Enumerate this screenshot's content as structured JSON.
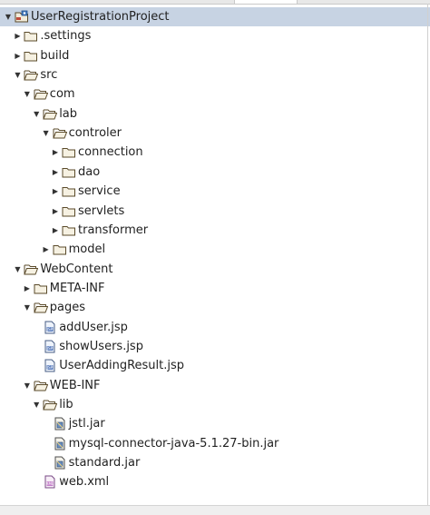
{
  "tree": [
    {
      "label": "UserRegistrationProject",
      "depth": 0,
      "twisty": "open",
      "icon": "project-icon",
      "selected": true
    },
    {
      "label": ".settings",
      "depth": 1,
      "twisty": "closed",
      "icon": "folder-icon"
    },
    {
      "label": "build",
      "depth": 1,
      "twisty": "closed",
      "icon": "folder-icon"
    },
    {
      "label": "src",
      "depth": 1,
      "twisty": "open",
      "icon": "folder-open-icon"
    },
    {
      "label": "com",
      "depth": 2,
      "twisty": "open",
      "icon": "folder-open-icon"
    },
    {
      "label": "lab",
      "depth": 3,
      "twisty": "open",
      "icon": "folder-open-icon"
    },
    {
      "label": "controler",
      "depth": 4,
      "twisty": "open",
      "icon": "folder-open-icon"
    },
    {
      "label": "connection",
      "depth": 5,
      "twisty": "closed",
      "icon": "folder-icon"
    },
    {
      "label": "dao",
      "depth": 5,
      "twisty": "closed",
      "icon": "folder-icon"
    },
    {
      "label": "service",
      "depth": 5,
      "twisty": "closed",
      "icon": "folder-icon"
    },
    {
      "label": "servlets",
      "depth": 5,
      "twisty": "closed",
      "icon": "folder-icon"
    },
    {
      "label": "transformer",
      "depth": 5,
      "twisty": "closed",
      "icon": "folder-icon"
    },
    {
      "label": "model",
      "depth": 4,
      "twisty": "closed",
      "icon": "folder-icon"
    },
    {
      "label": "WebContent",
      "depth": 1,
      "twisty": "open",
      "icon": "folder-open-icon"
    },
    {
      "label": "META-INF",
      "depth": 2,
      "twisty": "closed",
      "icon": "folder-icon"
    },
    {
      "label": "pages",
      "depth": 2,
      "twisty": "open",
      "icon": "folder-open-icon"
    },
    {
      "label": "addUser.jsp",
      "depth": 3,
      "twisty": "none",
      "icon": "jsp-file-icon"
    },
    {
      "label": "showUsers.jsp",
      "depth": 3,
      "twisty": "none",
      "icon": "jsp-file-icon"
    },
    {
      "label": "UserAddingResult.jsp",
      "depth": 3,
      "twisty": "none",
      "icon": "jsp-file-icon"
    },
    {
      "label": "WEB-INF",
      "depth": 2,
      "twisty": "open",
      "icon": "folder-open-icon"
    },
    {
      "label": "lib",
      "depth": 3,
      "twisty": "open",
      "icon": "folder-open-icon"
    },
    {
      "label": "jstl.jar",
      "depth": 4,
      "twisty": "none",
      "icon": "jar-file-icon"
    },
    {
      "label": "mysql-connector-java-5.1.27-bin.jar",
      "depth": 4,
      "twisty": "none",
      "icon": "jar-file-icon"
    },
    {
      "label": "standard.jar",
      "depth": 4,
      "twisty": "none",
      "icon": "jar-file-icon"
    },
    {
      "label": "web.xml",
      "depth": 3,
      "twisty": "none",
      "icon": "xml-file-icon"
    }
  ]
}
